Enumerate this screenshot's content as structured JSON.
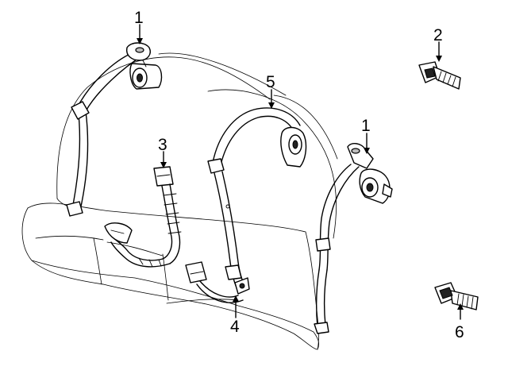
{
  "diagram": {
    "callouts": [
      {
        "id": "1",
        "label": "1"
      },
      {
        "id": "2",
        "label": "2"
      },
      {
        "id": "3",
        "label": "3"
      },
      {
        "id": "5",
        "label": "5"
      },
      {
        "id": "1b",
        "label": "1"
      },
      {
        "id": "4",
        "label": "4"
      },
      {
        "id": "6",
        "label": "6"
      }
    ]
  }
}
